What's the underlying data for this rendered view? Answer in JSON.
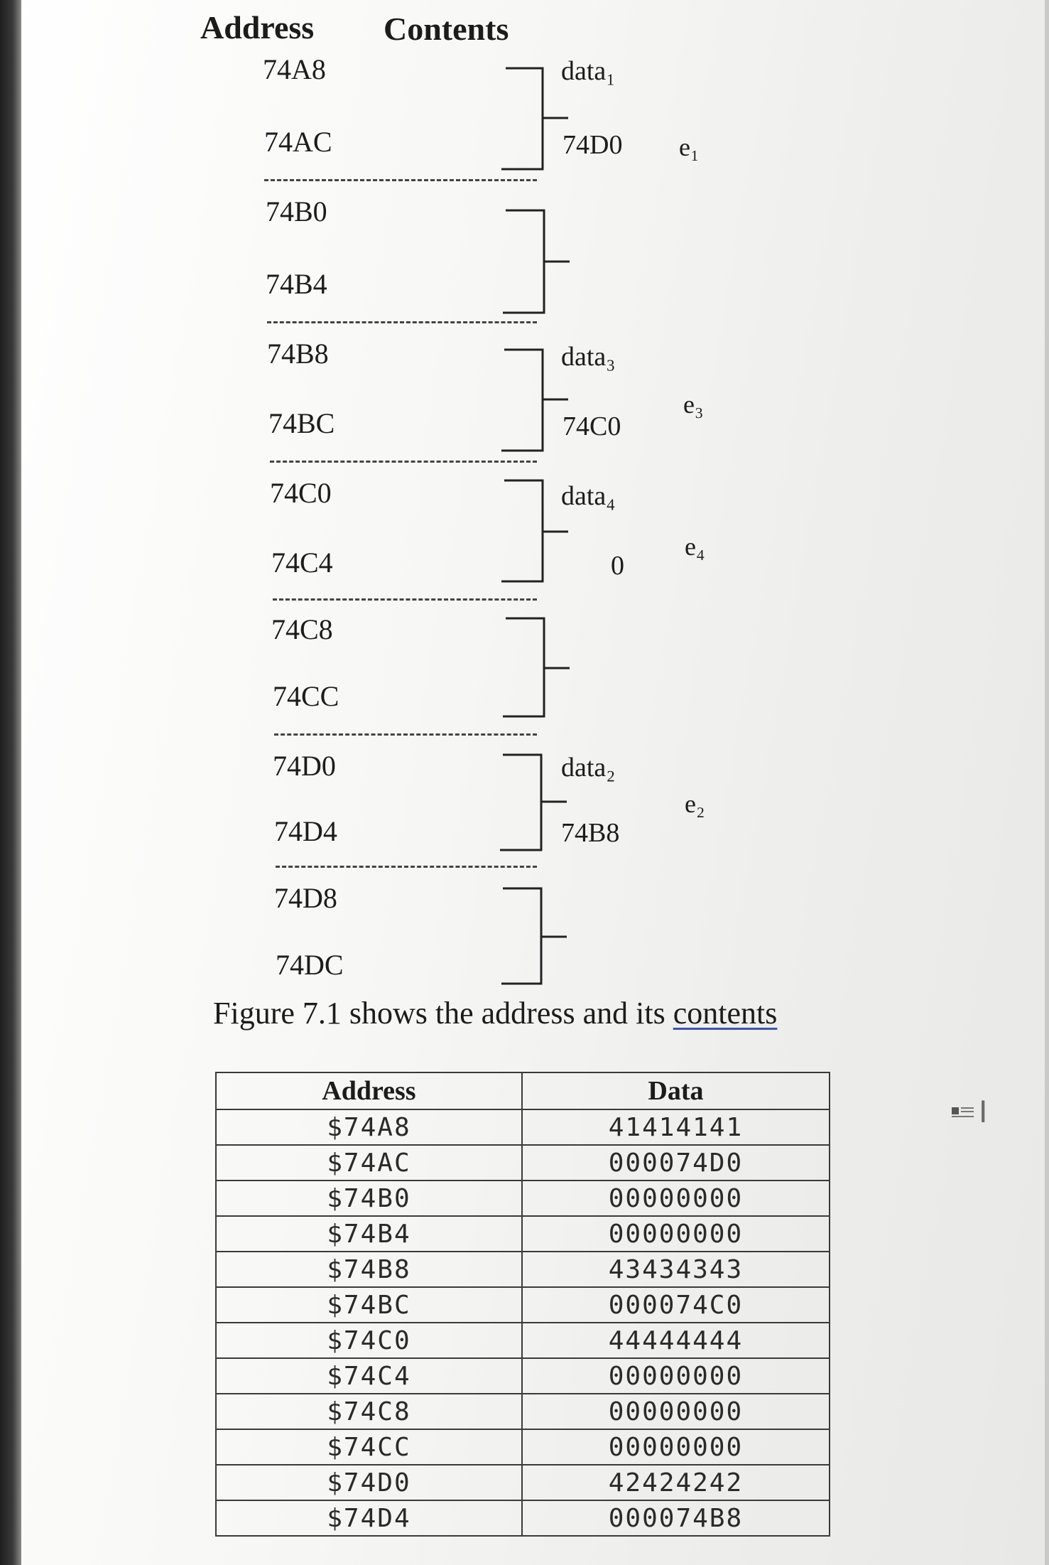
{
  "headers": {
    "address": "Address",
    "contents": "Contents"
  },
  "addresses": [
    "74A8",
    "74AC",
    "74B0",
    "74B4",
    "74B8",
    "74BC",
    "74C0",
    "74C4",
    "74C8",
    "74CC",
    "74D0",
    "74D4",
    "74D8",
    "74DC"
  ],
  "nodes": [
    {
      "data": "data₁",
      "link": "74D0",
      "edge": "e₁"
    },
    {
      "data": "",
      "link": "",
      "edge": ""
    },
    {
      "data": "data₃",
      "link": "74C0",
      "edge": "e₃"
    },
    {
      "data": "data₄",
      "link": "0",
      "edge": "e₄"
    },
    {
      "data": "",
      "link": "",
      "edge": ""
    },
    {
      "data": "data₂",
      "link": "74B8",
      "edge": "e₂"
    },
    {
      "data": "",
      "link": "",
      "edge": ""
    }
  ],
  "caption": {
    "text": "Figure 7.1 shows the address and its ",
    "underlined": "contents"
  },
  "table": {
    "headers": [
      "Address",
      "Data"
    ],
    "rows": [
      [
        "$74A8",
        "41414141"
      ],
      [
        "$74AC",
        "000074D0"
      ],
      [
        "$74B0",
        "00000000"
      ],
      [
        "$74B4",
        "00000000"
      ],
      [
        "$74B8",
        "43434343"
      ],
      [
        "$74BC",
        "000074C0"
      ],
      [
        "$74C0",
        "44444444"
      ],
      [
        "$74C4",
        "00000000"
      ],
      [
        "$74C8",
        "00000000"
      ],
      [
        "$74CC",
        "00000000"
      ],
      [
        "$74D0",
        "42424242"
      ],
      [
        "$74D4",
        "000074B8"
      ]
    ]
  },
  "cursor_icon": "text-cursor-icon"
}
